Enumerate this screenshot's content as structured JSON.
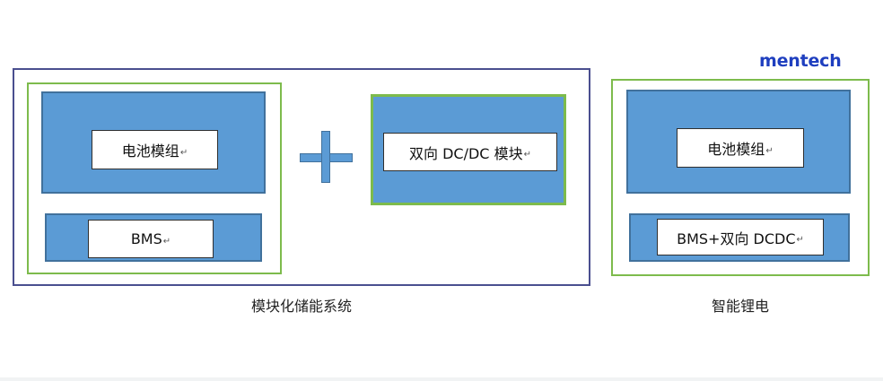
{
  "brand": {
    "logo_text": "mentech"
  },
  "left_system": {
    "caption": "模块化储能系统",
    "battery_module_label": "电池模组",
    "bms_label": "BMS",
    "plus_symbol": "+",
    "dcdc_module_label": "双向 DC/DC 模块"
  },
  "right_system": {
    "caption": "智能锂电",
    "battery_module_label": "电池模组",
    "bms_dcdc_label": "BMS+双向 DCDC"
  },
  "glyphs": {
    "paragraph_mark": "↵"
  },
  "colors": {
    "block_fill": "#5b9bd5",
    "green_frame": "#7dbb4c",
    "outer_frame": "#4a4f8f",
    "logo": "#1f3fbf"
  }
}
